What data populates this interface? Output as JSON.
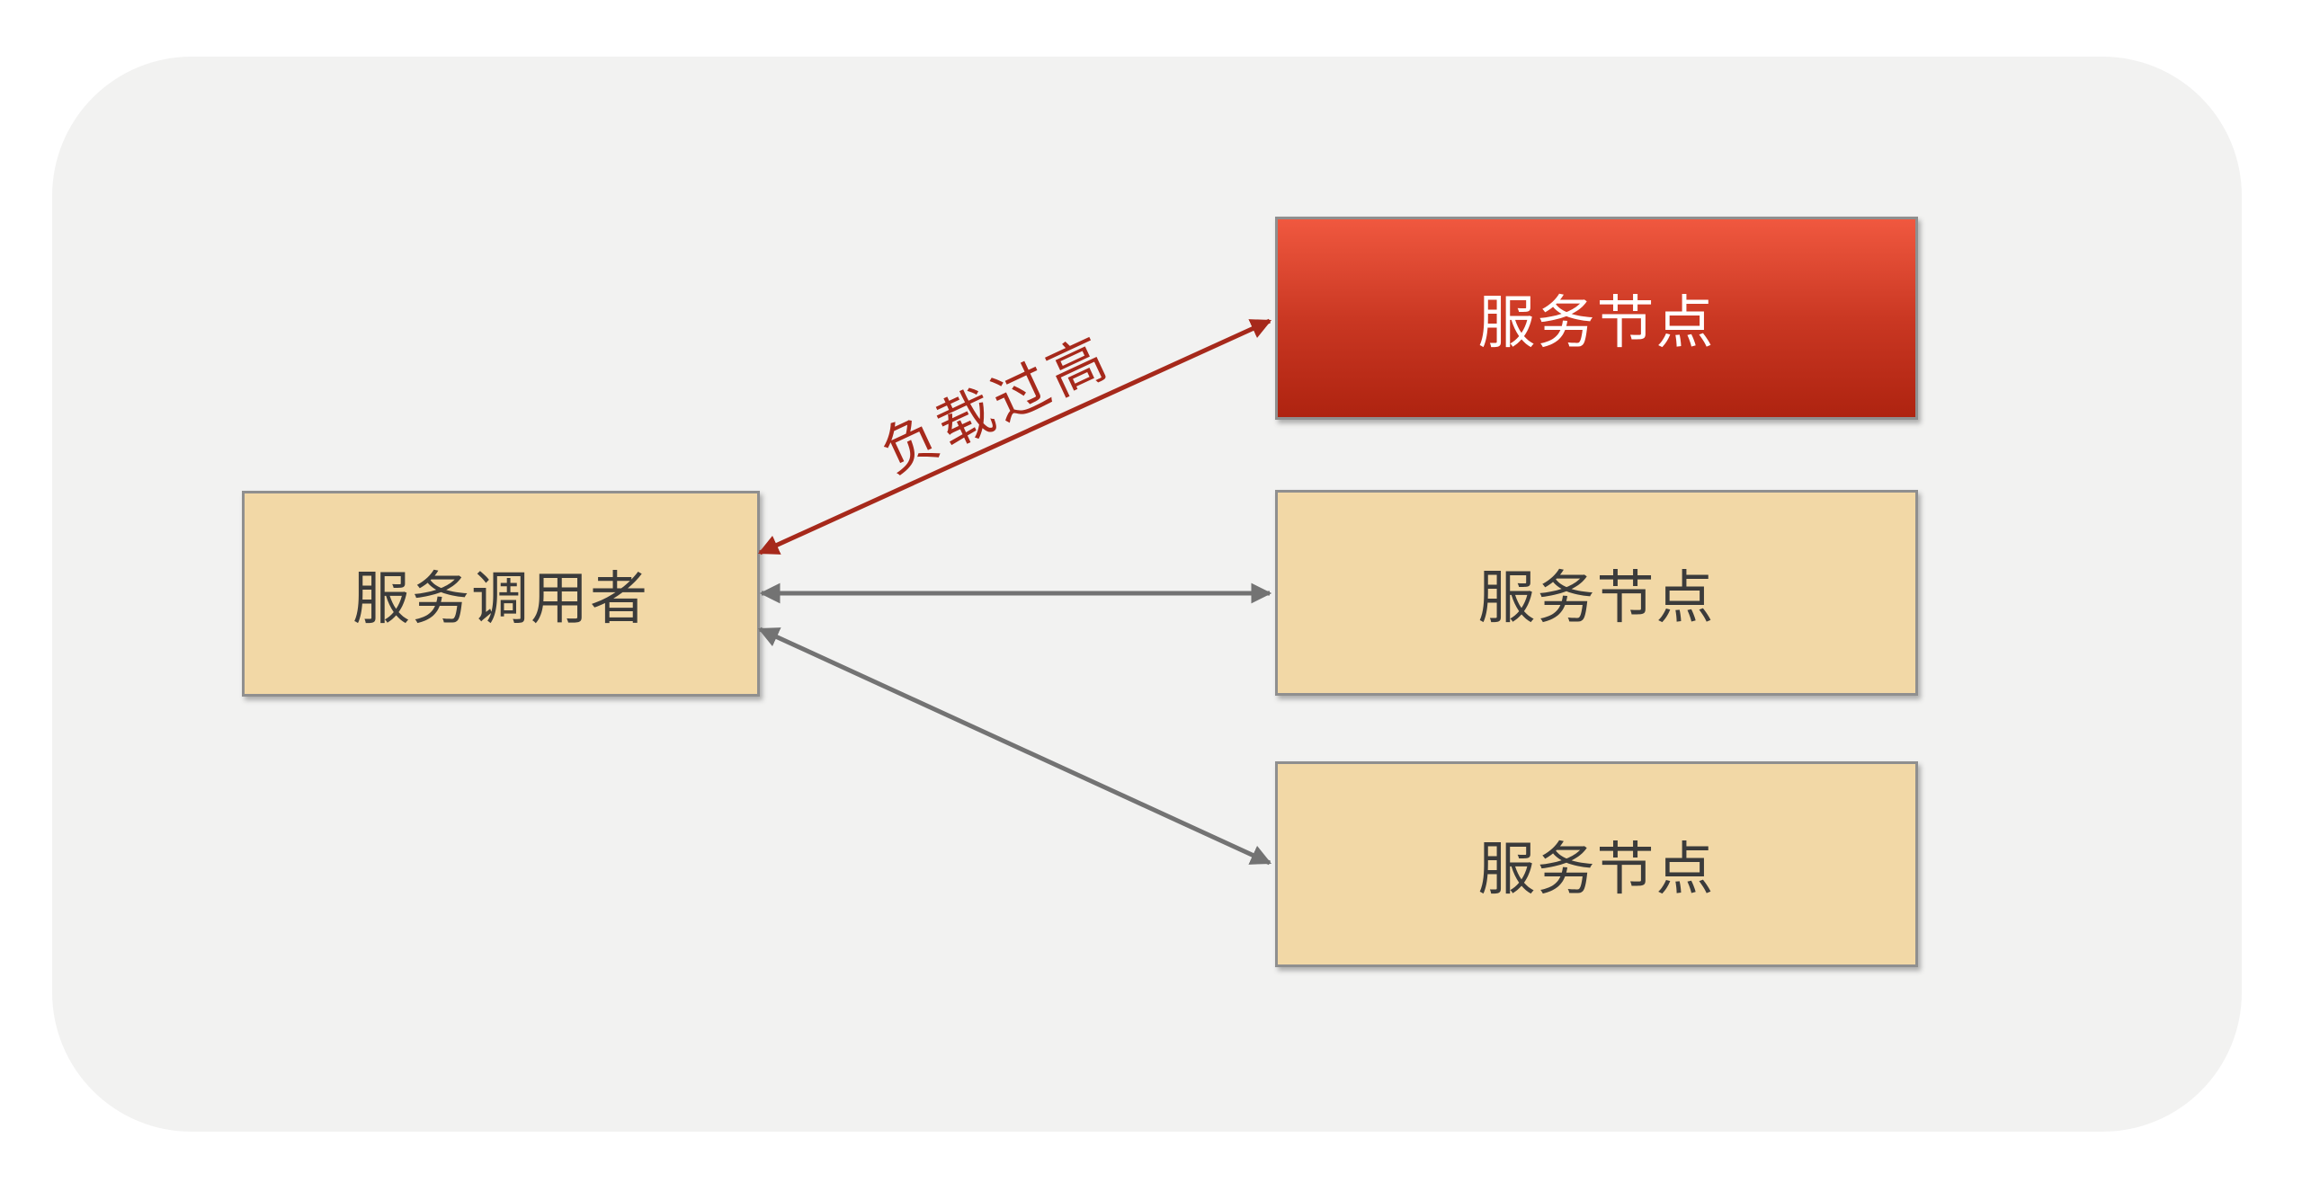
{
  "caller": {
    "label": "服务调用者"
  },
  "nodes": [
    {
      "label": "服务节点",
      "state": "overloaded"
    },
    {
      "label": "服务节点",
      "state": "normal"
    },
    {
      "label": "服务节点",
      "state": "normal"
    }
  ],
  "edge_label": "负载过高",
  "colors": {
    "page-bg": "#FFFFFF",
    "canvas-bg": "#F2F2F1",
    "box-border": "#8F8F8F",
    "tan-fill": "#F2D8A6",
    "tan-text": "#3B3B3B",
    "red-top": "#F0583F",
    "red-mid": "#C93722",
    "red-bottom": "#AE2310",
    "red-text": "#FFFFFF",
    "red-arrow": "#A6291B",
    "gray-arrow": "#737373"
  }
}
